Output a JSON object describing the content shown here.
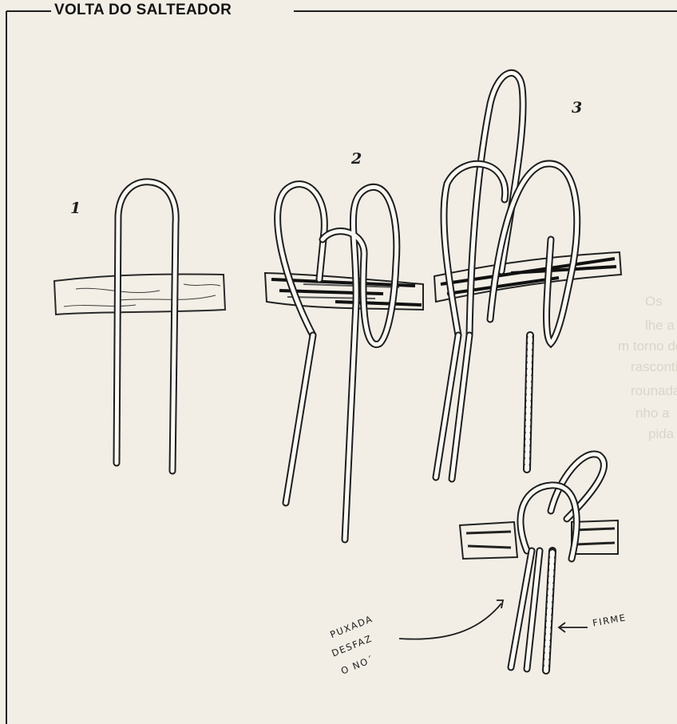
{
  "title": "VOLTA DO SALTEADOR",
  "steps": [
    {
      "number": "1"
    },
    {
      "number": "2"
    },
    {
      "number": "3"
    }
  ],
  "annotations": {
    "pull_line1": "PUXADA",
    "pull_line2": "DESFAZ",
    "pull_line3": "O NO´",
    "firm": "FIRME"
  },
  "bleed_through_text": [
    "Os",
    "lhe a",
    "m torno do",
    "rasconti",
    "rounada",
    "nho a",
    "pida"
  ],
  "colors": {
    "paper": "#f2eee6",
    "ink": "#1c1c1c",
    "rope_fill": "#fbf9f4"
  }
}
